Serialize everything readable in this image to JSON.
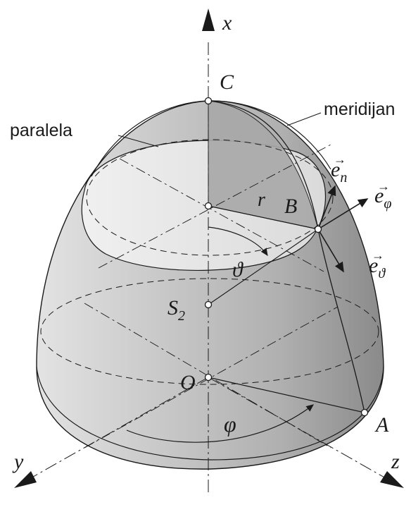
{
  "axes": {
    "x": "x",
    "y": "y",
    "z": "z"
  },
  "points": {
    "C": "C",
    "B": "B",
    "A": "A",
    "O": "O",
    "S2": "S",
    "S2_sub": "2"
  },
  "labels": {
    "meridian": "meridijan",
    "parallel": "paralela",
    "radius": "r",
    "theta": "ϑ",
    "phi": "φ"
  },
  "vectors": {
    "en_base": "e",
    "en_sub": "n",
    "ephi_base": "e",
    "ephi_sub": "φ",
    "etheta_base": "e",
    "etheta_sub": "ϑ",
    "arrow_mark": "→"
  },
  "colors": {
    "line": "#1a1a1a",
    "surface_light": "#d9d9d9",
    "surface_mid": "#bdbdbd",
    "surface_dark": "#8f8f8f",
    "cut_face": "#ececec"
  }
}
